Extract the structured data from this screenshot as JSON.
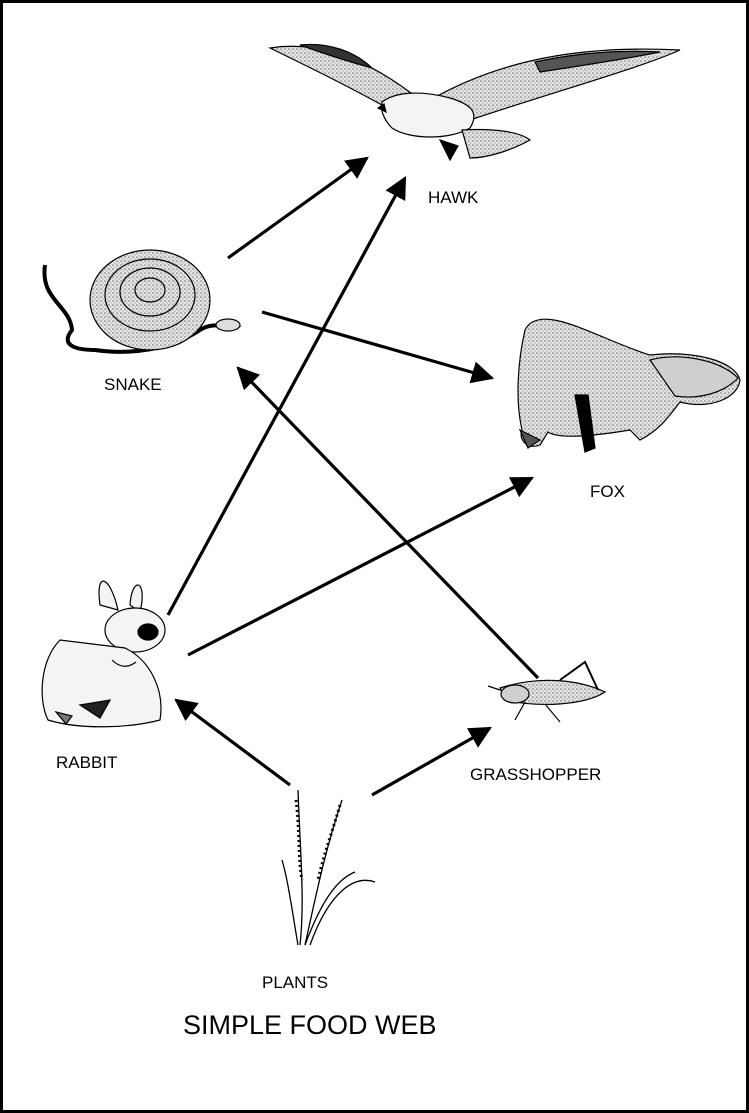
{
  "title": "SIMPLE FOOD WEB",
  "organisms": {
    "hawk": "HAWK",
    "snake": "SNAKE",
    "fox": "FOX",
    "rabbit": "RABBIT",
    "grasshopper": "GRASSHOPPER",
    "plants": "PLANTS"
  },
  "energy_flow": [
    {
      "from": "snake",
      "to": "hawk"
    },
    {
      "from": "snake",
      "to": "fox"
    },
    {
      "from": "rabbit",
      "to": "hawk"
    },
    {
      "from": "rabbit",
      "to": "fox"
    },
    {
      "from": "grasshopper",
      "to": "snake"
    },
    {
      "from": "plants",
      "to": "rabbit"
    },
    {
      "from": "plants",
      "to": "grasshopper"
    }
  ],
  "colors": {
    "ink": "#000000",
    "fill": "#bdbdbd",
    "background": "#ffffff"
  }
}
